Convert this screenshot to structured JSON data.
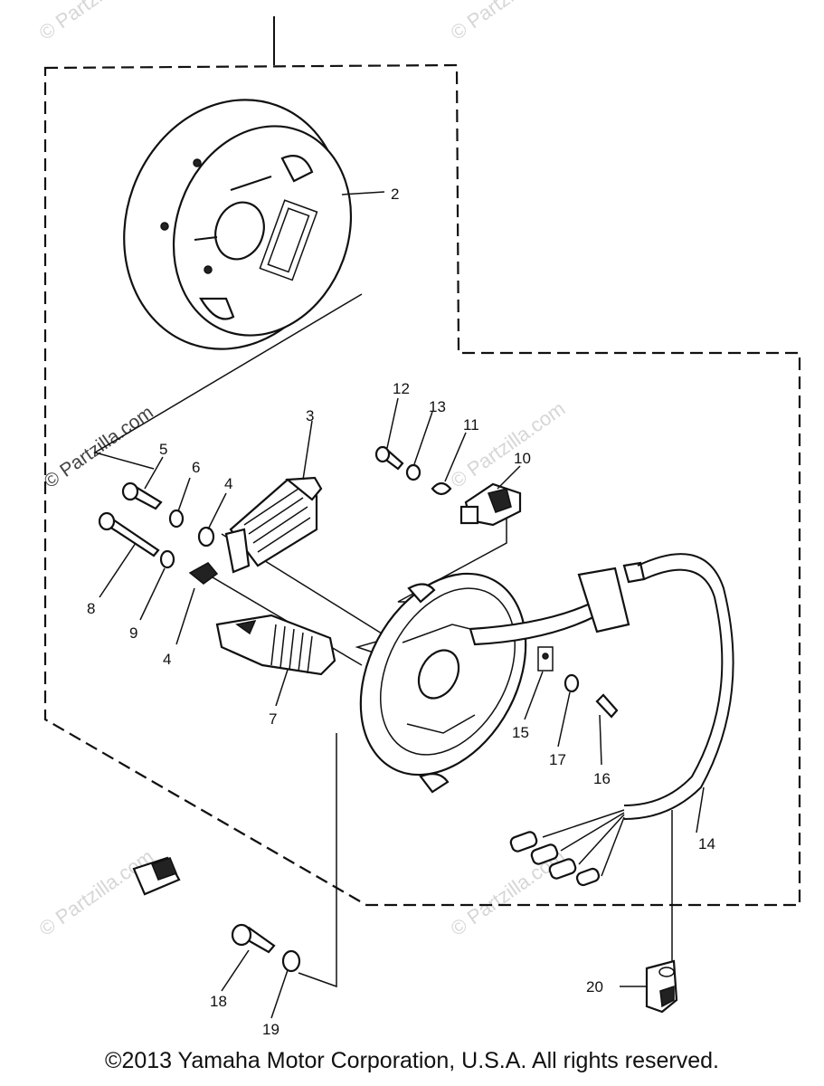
{
  "callouts": [
    "2",
    "3",
    "4",
    "5",
    "6",
    "8",
    "9",
    "4",
    "7",
    "12",
    "13",
    "11",
    "10",
    "15",
    "17",
    "16",
    "14",
    "18",
    "19",
    "20"
  ],
  "watermark": "© Partzilla.com",
  "copyright": "©2013 Yamaha Motor Corporation, U.S.A. All rights reserved."
}
